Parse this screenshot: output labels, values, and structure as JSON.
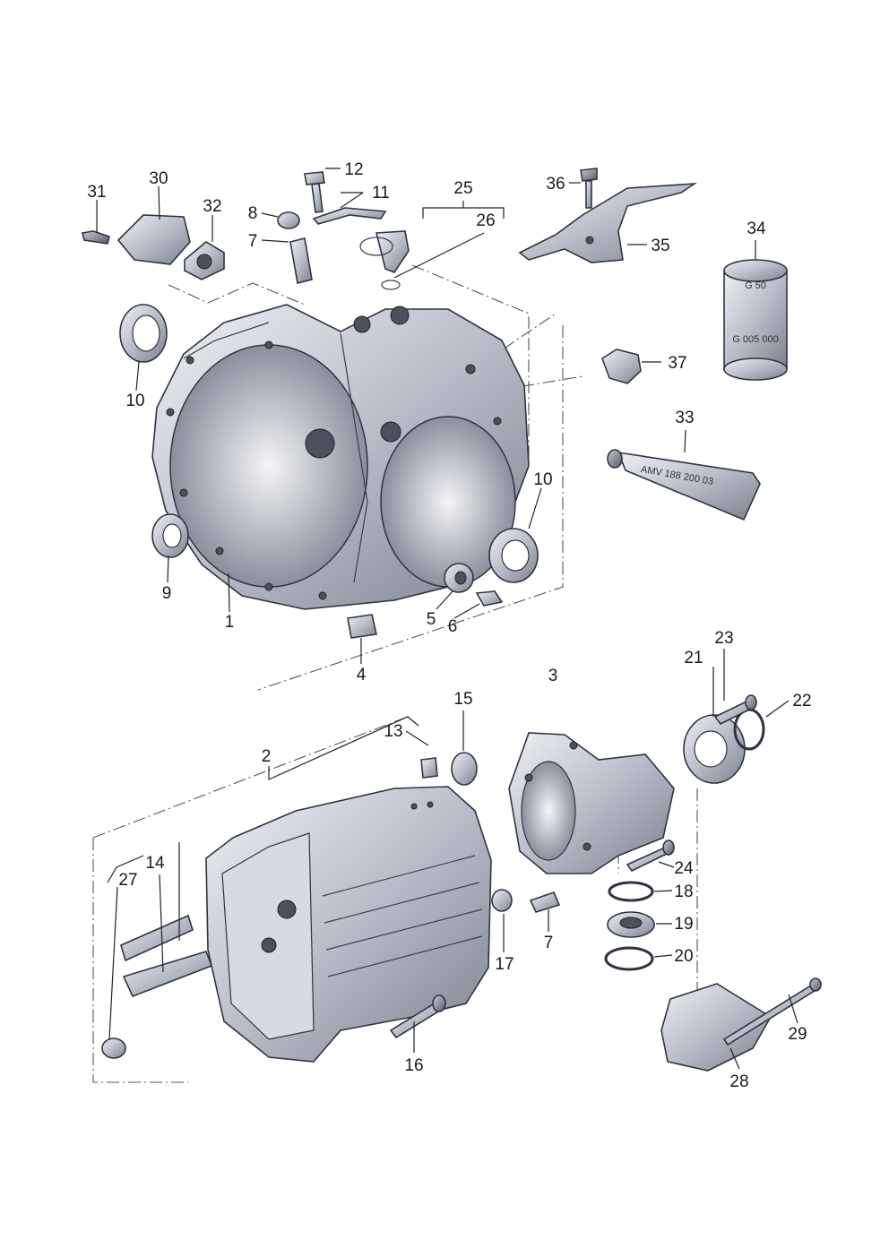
{
  "callouts": [
    {
      "id": "1",
      "label": "1"
    },
    {
      "id": "2",
      "label": "2"
    },
    {
      "id": "3",
      "label": "3"
    },
    {
      "id": "4",
      "label": "4"
    },
    {
      "id": "5",
      "label": "5"
    },
    {
      "id": "6",
      "label": "6"
    },
    {
      "id": "7a",
      "label": "7"
    },
    {
      "id": "7b",
      "label": "7"
    },
    {
      "id": "8",
      "label": "8"
    },
    {
      "id": "9",
      "label": "9"
    },
    {
      "id": "10a",
      "label": "10"
    },
    {
      "id": "10b",
      "label": "10"
    },
    {
      "id": "11",
      "label": "11"
    },
    {
      "id": "12",
      "label": "12"
    },
    {
      "id": "13",
      "label": "13"
    },
    {
      "id": "14",
      "label": "14"
    },
    {
      "id": "15",
      "label": "15"
    },
    {
      "id": "16",
      "label": "16"
    },
    {
      "id": "17",
      "label": "17"
    },
    {
      "id": "18",
      "label": "18"
    },
    {
      "id": "19",
      "label": "19"
    },
    {
      "id": "20",
      "label": "20"
    },
    {
      "id": "21",
      "label": "21"
    },
    {
      "id": "22",
      "label": "22"
    },
    {
      "id": "23",
      "label": "23"
    },
    {
      "id": "24",
      "label": "24"
    },
    {
      "id": "25",
      "label": "25"
    },
    {
      "id": "26",
      "label": "26"
    },
    {
      "id": "27",
      "label": "27"
    },
    {
      "id": "28",
      "label": "28"
    },
    {
      "id": "29",
      "label": "29"
    },
    {
      "id": "30",
      "label": "30"
    },
    {
      "id": "31",
      "label": "31"
    },
    {
      "id": "32",
      "label": "32"
    },
    {
      "id": "33",
      "label": "33"
    },
    {
      "id": "34",
      "label": "34"
    },
    {
      "id": "35",
      "label": "35"
    },
    {
      "id": "36",
      "label": "36"
    },
    {
      "id": "37",
      "label": "37"
    }
  ],
  "product_labels": {
    "grease_can_top": "G 50",
    "grease_can_code": "G 005 000",
    "tube_code": "AMV 188 200 03"
  }
}
